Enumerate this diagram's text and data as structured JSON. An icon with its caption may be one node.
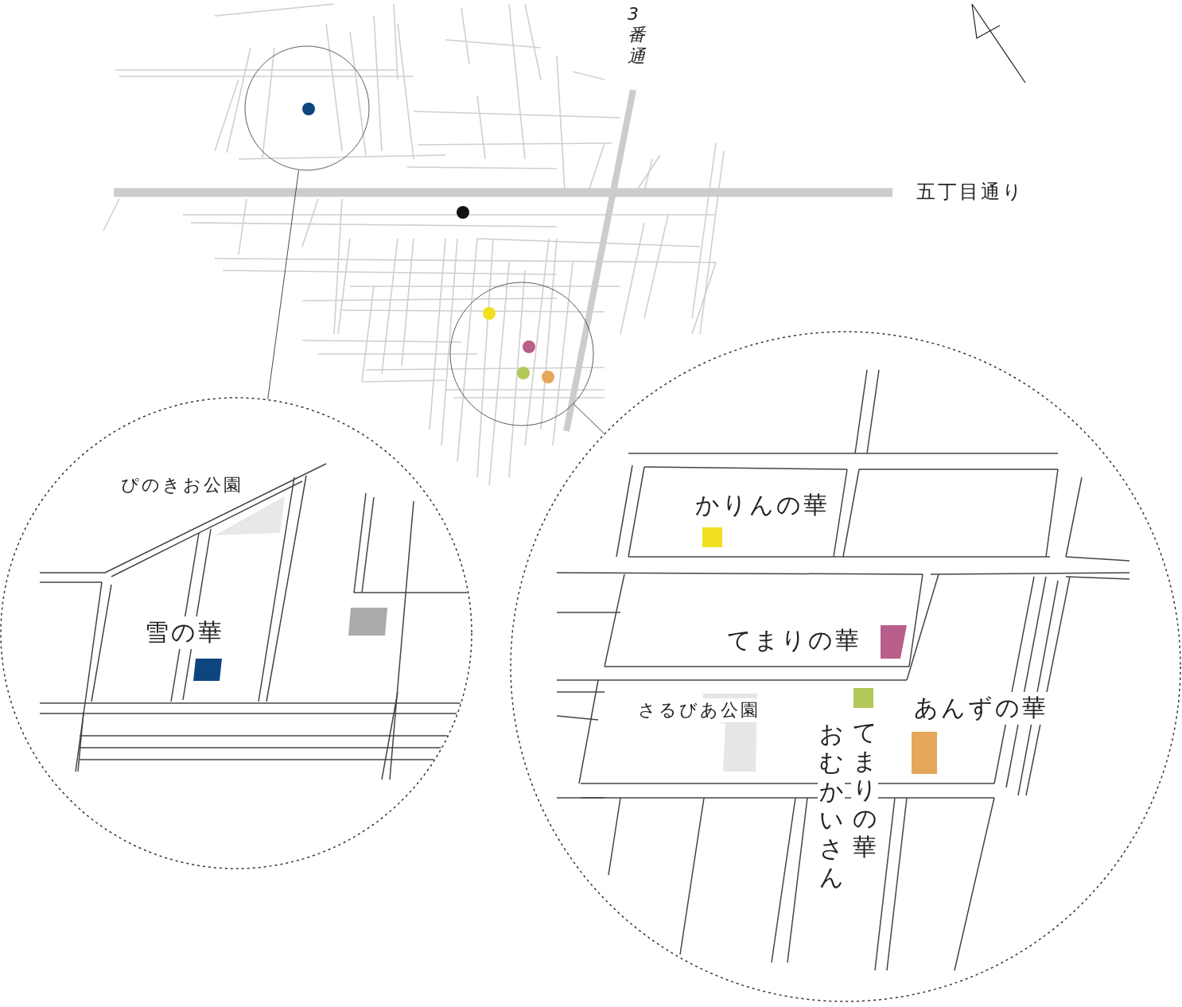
{
  "diagram": {
    "nodes": [
      {
        "text": [],
        "shape": "circle"
      },
      {
        "text": [],
        "shape": "circle"
      },
      {
        "text": [],
        "shape": "circle"
      },
      {
        "text": [],
        "shape": "circle"
      }
    ],
    "edges": [
      {
        "from": 0,
        "to": 2,
        "arrow": "none"
      },
      {
        "from": 1,
        "to": 3,
        "arrow": "none"
      }
    ],
    "labels": [
      "3番通",
      "五丁目通り",
      "ぴのきお公園",
      "雪の華",
      "かりんの華",
      "てまりの華",
      "さるびあ公園",
      "あんずの華",
      "てまりの華",
      "おむかいさん"
    ]
  }
}
